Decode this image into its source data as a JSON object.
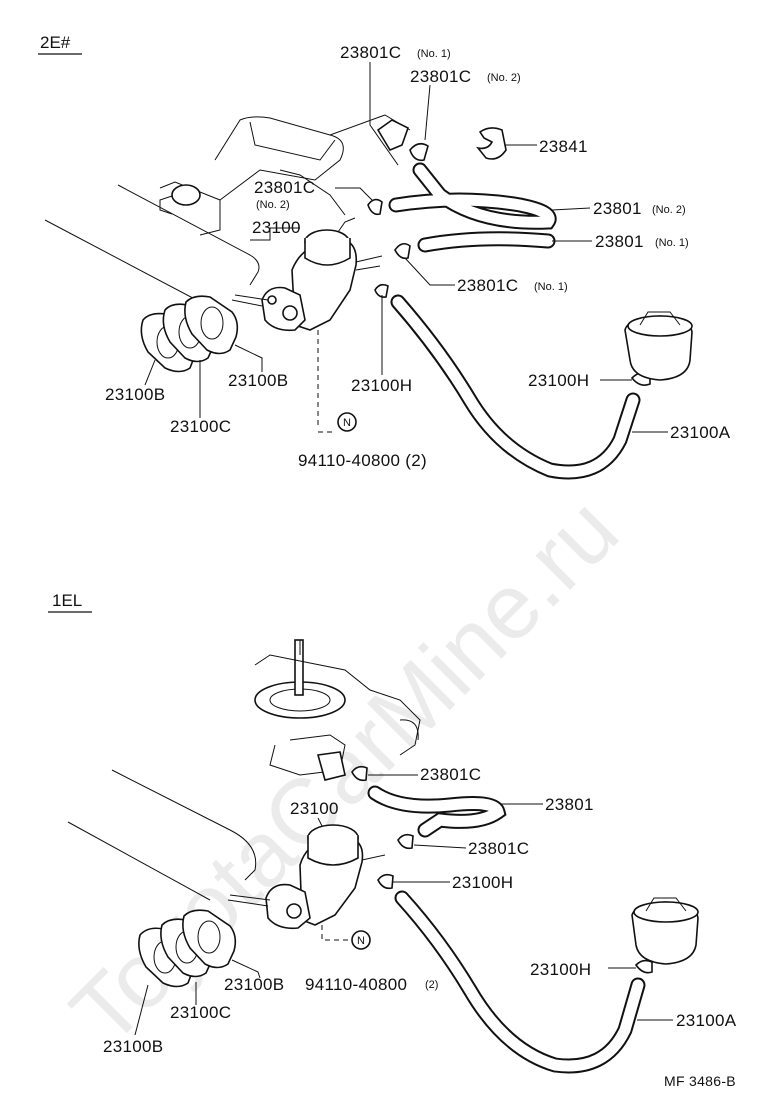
{
  "watermark": "ToyotaCarMine.ru",
  "sections": [
    {
      "header": "2E#",
      "labels": {
        "c1": "23801C",
        "c1_sub": "(No. 1)",
        "c2": "23801C",
        "c2_sub": "(No. 2)",
        "clamp": "23841",
        "c2b": "23801C",
        "c2b_sub": "(No. 2)",
        "pump": "23100",
        "h2": "23801",
        "h2_sub": "(No. 2)",
        "h1": "23801",
        "h1_sub": "(No. 1)",
        "c1b": "23801C",
        "c1b_sub": "(No. 1)",
        "hclip": "23100H",
        "hclip2": "23100H",
        "hoseA": "23100A",
        "gasketB1": "23100B",
        "gasketB2": "23100B",
        "gasketC": "23100C",
        "nut": "94110-40800 (2)",
        "nut_symbol": "N"
      }
    },
    {
      "header": "1EL",
      "labels": {
        "c_top": "23801C",
        "hose": "23801",
        "pump": "23100",
        "c_mid": "23801C",
        "hclip": "23100H",
        "hclip2": "23100H",
        "hoseA": "23100A",
        "gasketB1": "23100B",
        "gasketB2": "23100B",
        "gasketC": "23100C",
        "nut": "94110-40800",
        "nut_qty": "(2)",
        "nut_symbol": "N"
      }
    }
  ],
  "footer": {
    "ref": "MF   3486-B"
  }
}
